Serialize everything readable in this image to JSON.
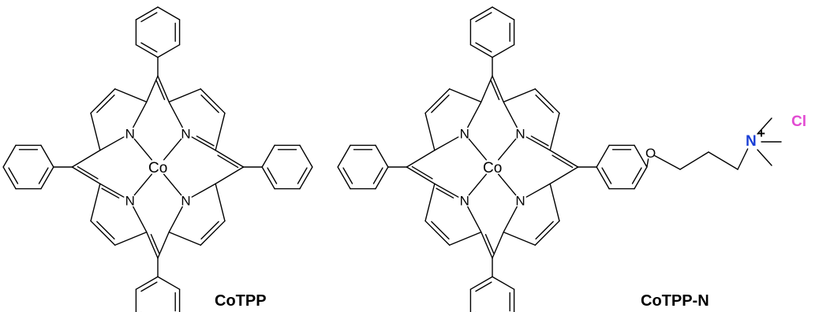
{
  "molecules": [
    {
      "caption": "CoTPP",
      "metal": "Co",
      "nitrogen": "N",
      "has_linker": false
    },
    {
      "caption": "CoTPP-N",
      "metal": "Co",
      "nitrogen": "N",
      "has_linker": true,
      "oxygen": "O",
      "quat_n": "N",
      "charge": "+",
      "counter_ion": "Cl"
    }
  ],
  "colors": {
    "ink": "#000000",
    "quaternary_n": "#1a3fd6",
    "counter_ion": "#e24bd2"
  }
}
